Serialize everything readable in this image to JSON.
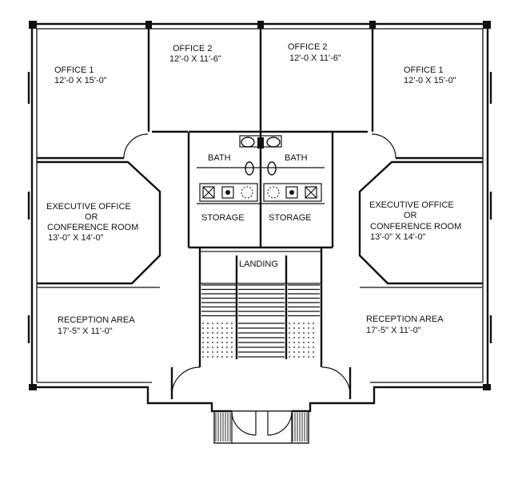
{
  "rooms": {
    "office_1_left": {
      "name": "OFFICE 1",
      "size": "12'-0 X 15'-0\""
    },
    "office_2_left": {
      "name": "OFFICE 2",
      "size": "12'-0 X 11'-6\""
    },
    "office_2_right": {
      "name": "OFFICE 2",
      "size": "12'-0 X 11'-6\""
    },
    "office_1_right": {
      "name": "OFFICE 1",
      "size": "12'-0 X 15'-0\""
    },
    "bath_left": {
      "name": "BATH"
    },
    "bath_right": {
      "name": "BATH"
    },
    "storage_left": {
      "name": "STORAGE"
    },
    "storage_right": {
      "name": "STORAGE"
    },
    "landing": {
      "name": "LANDING"
    },
    "exec_left": {
      "line1": "EXECUTIVE OFFICE",
      "line2": "OR",
      "line3": "CONFERENCE ROOM",
      "size": "13'-0\" X 14'-0\""
    },
    "exec_right": {
      "line1": "EXECUTIVE OFFICE",
      "line2": "OR",
      "line3": "CONFERENCE ROOM",
      "size": "13'-0\" X 14'-0\""
    },
    "reception_left": {
      "name": "RECEPTION AREA",
      "size": "17'-5\" X 11'-0\""
    },
    "reception_right": {
      "name": "RECEPTION AREA",
      "size": "17'-5\" X 11'-0\""
    }
  }
}
